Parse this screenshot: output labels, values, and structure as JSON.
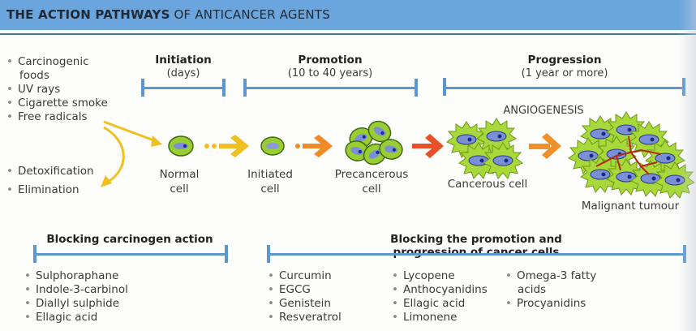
{
  "title": {
    "bold": "THE ACTION PATHWAYS",
    "rest": "OF ANTICANCER AGENTS"
  },
  "carcinogens": [
    "Carcinogenic",
    "foods",
    "UV rays",
    "Cigarette smoke",
    "Free radicals"
  ],
  "outcomes": [
    "Detoxification",
    "Elimination"
  ],
  "stages": [
    {
      "name": "Initiation",
      "duration": "(days)"
    },
    {
      "name": "Promotion",
      "duration": "(10 to 40 years)"
    },
    {
      "name": "Progression",
      "duration": "(1 year or more)"
    }
  ],
  "angiogenesis": "ANGIOGENESIS",
  "cells": [
    {
      "line1": "Normal",
      "line2": "cell"
    },
    {
      "line1": "Initiated",
      "line2": "cell"
    },
    {
      "line1": "Precancerous",
      "line2": "cell"
    },
    {
      "line1": "Cancerous cell",
      "line2": ""
    },
    {
      "line1": "Malignant tumour",
      "line2": ""
    }
  ],
  "blocking": {
    "carcinogen": {
      "heading": "Blocking carcinogen action",
      "items": [
        "Sulphoraphane",
        "Indole-3-carbinol",
        "Diallyl sulphide",
        "Ellagic acid"
      ]
    },
    "promotion": {
      "heading": "Blocking the promotion and progression of cancer cells",
      "columns": [
        [
          "Curcumin",
          "EGCG",
          "Genistein",
          "Resveratrol"
        ],
        [
          "Lycopene",
          "Anthocyanidins",
          "Ellagic acid",
          "Limonene"
        ],
        [
          "Omega-3 fatty",
          "acids",
          "Procyanidins"
        ]
      ]
    }
  },
  "colors": {
    "header": "#6aa5de",
    "bar": "#5d97d3",
    "cell": "#9acd32",
    "nucleus": "#7b8fd6",
    "yellow_arrow": "#f0c020",
    "orange_arrow": "#f08a24",
    "red_arrow": "#e8502a",
    "vessels": "#b02a10"
  }
}
